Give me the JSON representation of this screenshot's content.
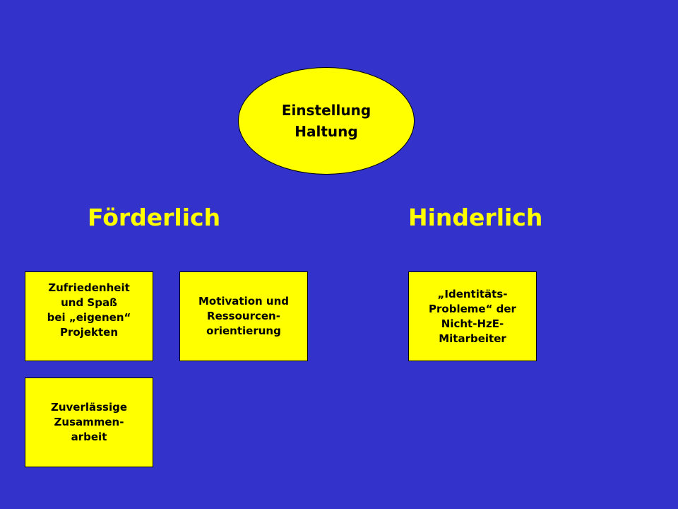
{
  "center": {
    "lines": [
      "Einstellung",
      "Haltung"
    ]
  },
  "headings": {
    "left": "Förderlich",
    "right": "Hinderlich"
  },
  "boxes": [
    {
      "lines": [
        "Zufriedenheit",
        "und Spaß",
        "bei „eigenen“",
        "Projekten"
      ]
    },
    {
      "lines": [
        "Motivation und",
        "Ressourcen-",
        "orientierung"
      ]
    },
    {
      "lines": [
        "„Identitäts-",
        "Probleme“ der",
        "Nicht-HzE-",
        "Mitarbeiter"
      ]
    },
    {
      "lines": [
        "Zuverlässige",
        "Zusammen-",
        "arbeit"
      ]
    }
  ],
  "colors": {
    "background": "#3333cc",
    "shape_fill": "#ffff00",
    "heading_text": "#ffff00"
  }
}
